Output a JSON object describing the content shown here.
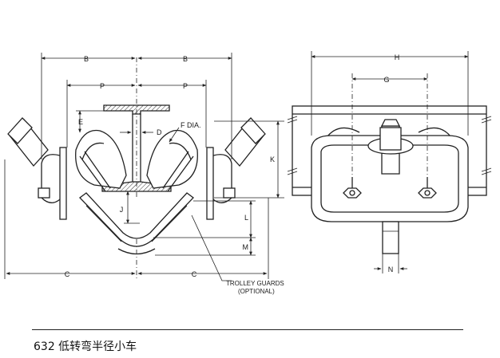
{
  "dimensions": {
    "b": "B",
    "p": "P",
    "e": "E",
    "d": "D",
    "f": "F DIA.",
    "j": "J",
    "k": "K",
    "l": "L",
    "m": "M",
    "c": "C",
    "h": "H",
    "g": "G",
    "n": "N"
  },
  "callout": {
    "line1": "TROLLEY GUARDS",
    "line2": "(OPTIONAL)"
  },
  "caption": "632 低转弯半径小车"
}
